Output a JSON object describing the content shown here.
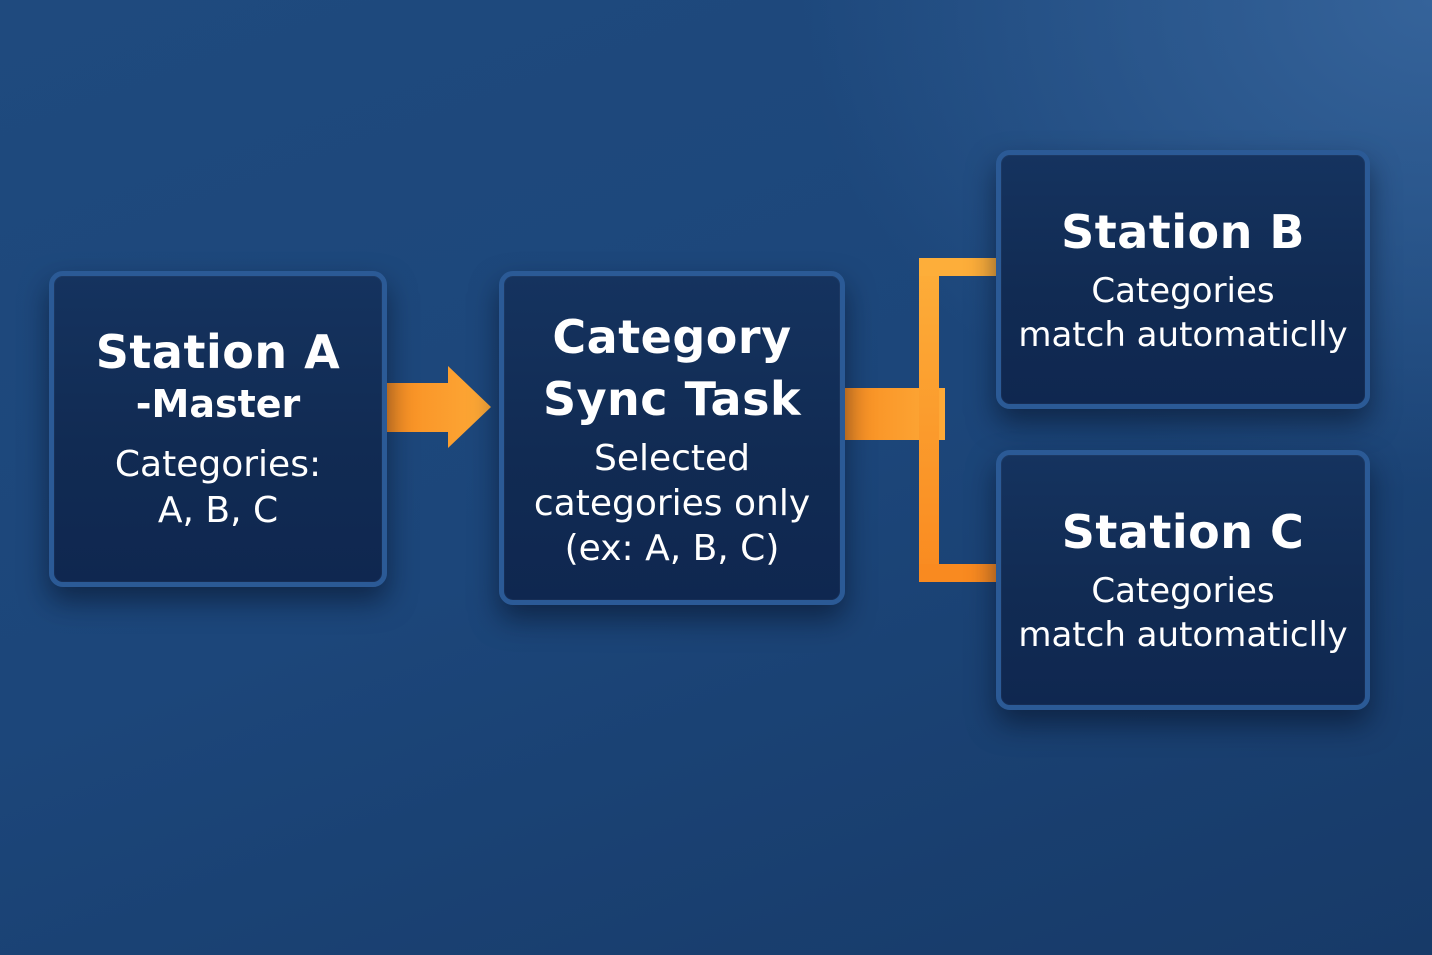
{
  "station_a": {
    "title": "Station A",
    "subtitle": "-Master",
    "categories_label": "Categories:",
    "categories_value": "A, B, C"
  },
  "sync_task": {
    "title_line1": "Category",
    "title_line2": "Sync Task",
    "line1": "Selected",
    "line2": "categories only",
    "line3": "(ex: A, B, C)"
  },
  "station_b": {
    "title": "Station B",
    "line1": "Categories",
    "line2": "match automaticlly"
  },
  "station_c": {
    "title": "Station C",
    "line1": "Categories",
    "line2": "match automaticlly"
  },
  "colors": {
    "background": "#1f4a7e",
    "box_fill": "#122d57",
    "box_border": "#2b5a96",
    "arrow": "#fb9a2c",
    "text": "#ffffff"
  }
}
